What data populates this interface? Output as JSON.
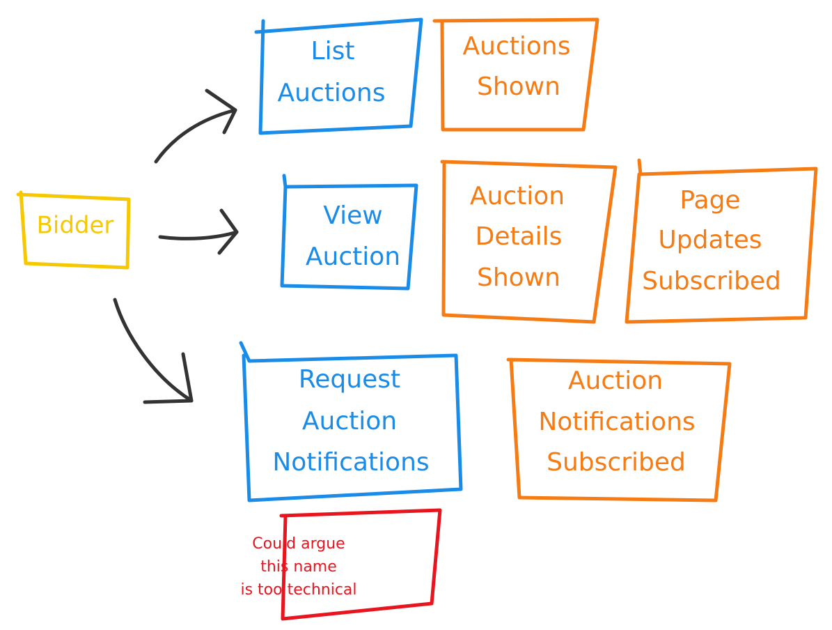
{
  "colors": {
    "actor": "#F5C800",
    "command": "#1A8CE8",
    "event": "#F57C14",
    "note": "#E8141E",
    "arrow": "#333333"
  },
  "actor": {
    "lines": [
      "Bidder"
    ]
  },
  "commands": [
    {
      "id": "list-auctions",
      "lines": [
        "List",
        "Auctions"
      ]
    },
    {
      "id": "view-auction",
      "lines": [
        "View",
        "Auction"
      ]
    },
    {
      "id": "request-auction-notifications",
      "lines": [
        "Request",
        "Auction",
        "Notifications"
      ]
    }
  ],
  "events": [
    {
      "id": "auctions-shown",
      "lines": [
        "Auctions",
        "Shown"
      ]
    },
    {
      "id": "auction-details-shown",
      "lines": [
        "Auction",
        "Details",
        "Shown"
      ]
    },
    {
      "id": "page-updates-subscribed",
      "lines": [
        "Page",
        "Updates",
        "Subscribed"
      ]
    },
    {
      "id": "auction-notifications-subscribed",
      "lines": [
        "Auction",
        "Notifications",
        "Subscribed"
      ]
    }
  ],
  "note": {
    "lines": [
      "Could argue",
      "this name",
      "is too technical"
    ]
  }
}
